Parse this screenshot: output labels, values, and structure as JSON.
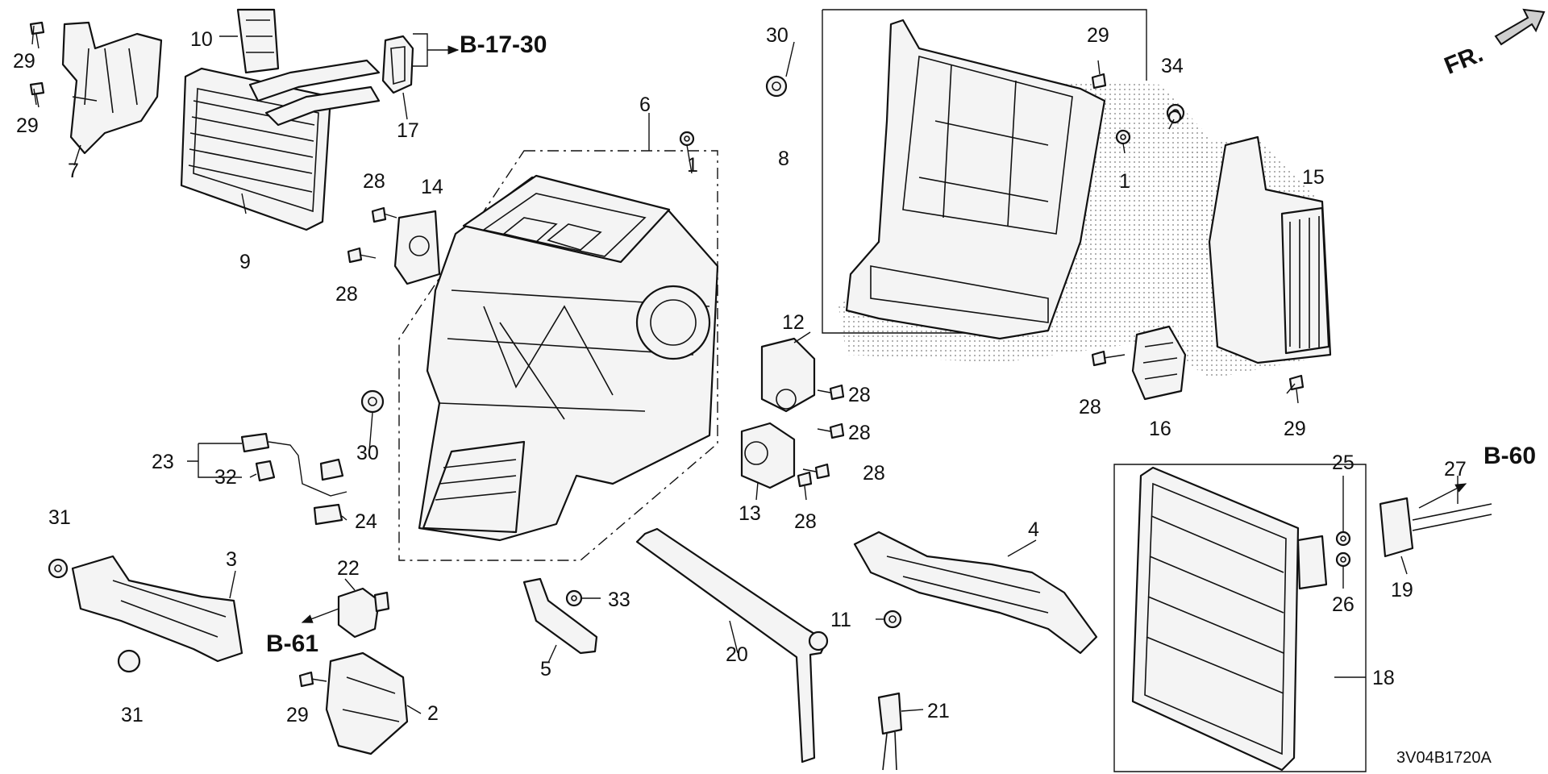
{
  "diagram_code": "3V04B1720A",
  "orientation": {
    "label": "FR."
  },
  "references": [
    {
      "id": "b1730",
      "label": "B-17-30"
    },
    {
      "id": "b60",
      "label": "B-60"
    },
    {
      "id": "b61",
      "label": "B-61"
    }
  ],
  "callouts": [
    {
      "id": "c1a",
      "num": "1"
    },
    {
      "id": "c1b",
      "num": "1"
    },
    {
      "id": "c2",
      "num": "2"
    },
    {
      "id": "c3",
      "num": "3"
    },
    {
      "id": "c4",
      "num": "4"
    },
    {
      "id": "c5",
      "num": "5"
    },
    {
      "id": "c6",
      "num": "6"
    },
    {
      "id": "c7",
      "num": "7"
    },
    {
      "id": "c8",
      "num": "8"
    },
    {
      "id": "c9",
      "num": "9"
    },
    {
      "id": "c10",
      "num": "10"
    },
    {
      "id": "c11",
      "num": "11"
    },
    {
      "id": "c12",
      "num": "12"
    },
    {
      "id": "c13",
      "num": "13"
    },
    {
      "id": "c14",
      "num": "14"
    },
    {
      "id": "c15",
      "num": "15"
    },
    {
      "id": "c16",
      "num": "16"
    },
    {
      "id": "c17",
      "num": "17"
    },
    {
      "id": "c18",
      "num": "18"
    },
    {
      "id": "c19",
      "num": "19"
    },
    {
      "id": "c20",
      "num": "20"
    },
    {
      "id": "c21",
      "num": "21"
    },
    {
      "id": "c22",
      "num": "22"
    },
    {
      "id": "c23",
      "num": "23"
    },
    {
      "id": "c24",
      "num": "24"
    },
    {
      "id": "c25",
      "num": "25"
    },
    {
      "id": "c26",
      "num": "26"
    },
    {
      "id": "c27",
      "num": "27"
    },
    {
      "id": "c28a",
      "num": "28"
    },
    {
      "id": "c28b",
      "num": "28"
    },
    {
      "id": "c28c",
      "num": "28"
    },
    {
      "id": "c28d",
      "num": "28"
    },
    {
      "id": "c28e",
      "num": "28"
    },
    {
      "id": "c28f",
      "num": "28"
    },
    {
      "id": "c28g",
      "num": "28"
    },
    {
      "id": "c29a",
      "num": "29"
    },
    {
      "id": "c29b",
      "num": "29"
    },
    {
      "id": "c29c",
      "num": "29"
    },
    {
      "id": "c29d",
      "num": "29"
    },
    {
      "id": "c29e",
      "num": "29"
    },
    {
      "id": "c30a",
      "num": "30"
    },
    {
      "id": "c30b",
      "num": "30"
    },
    {
      "id": "c31a",
      "num": "31"
    },
    {
      "id": "c31b",
      "num": "31"
    },
    {
      "id": "c32",
      "num": "32"
    },
    {
      "id": "c33",
      "num": "33"
    },
    {
      "id": "c34",
      "num": "34"
    }
  ]
}
